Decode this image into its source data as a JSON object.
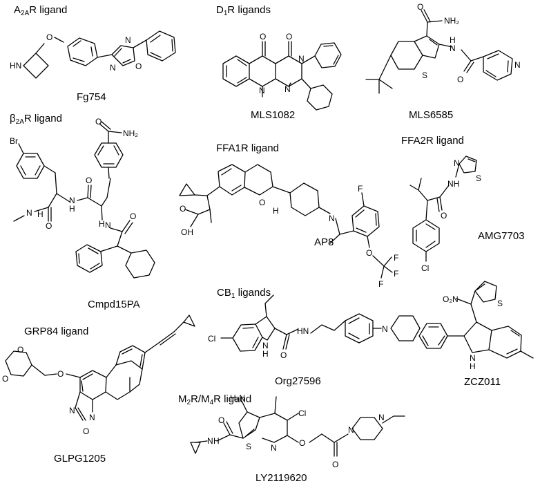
{
  "headings": {
    "a2ar": {
      "pre": "A",
      "sub": "2A",
      "post": "R ligand"
    },
    "d1r": {
      "pre": "D",
      "sub": "1",
      "post": "R ligands"
    },
    "b2ar": {
      "pre": "β",
      "sub": "2A",
      "post": "R ligand"
    },
    "ffa1r": "FFA1R ligand",
    "ffa2r": "FFA2R ligand",
    "cb1": {
      "pre": "CB",
      "sub": "1",
      "post": " ligands"
    },
    "grp84": "GRP84 ligand",
    "m2m4": {
      "pre": "M",
      "sub": "2",
      "mid": "R/M",
      "sub2": "4",
      "post": "R ligand"
    }
  },
  "compounds": {
    "fg754": "Fg754",
    "mls1082": "MLS1082",
    "mls6585": "MLS6585",
    "cmpd15pa": "Cmpd15PA",
    "ap8": "AP8",
    "amg7703": "AMG7703",
    "org27596": "Org27596",
    "zcz011": "ZCZ011",
    "glpg1205": "GLPG1205",
    "ly2119620": "LY2119620"
  },
  "atoms": {
    "fg754": [
      "O",
      "HN",
      "N",
      "N",
      "O"
    ],
    "mls1082": [
      "O",
      "O",
      "N",
      "N",
      "N"
    ],
    "mls6585": [
      "O",
      "NH₂",
      "S",
      "N",
      "H",
      "O",
      "N"
    ],
    "cmpd15pa": [
      "Br",
      "O",
      "NH₂",
      "O",
      "H",
      "N",
      "O",
      "N",
      "H",
      "H",
      "N",
      "O"
    ],
    "ap8": [
      "O",
      "H",
      "N",
      "F",
      "O",
      "F",
      "F",
      "F",
      "O",
      "OH"
    ],
    "amg7703": [
      "N",
      "S",
      "NH",
      "O",
      "Cl"
    ],
    "org27596": [
      "Cl",
      "N",
      "H",
      "O",
      "HN",
      "N"
    ],
    "zcz011": [
      "O₂N",
      "S",
      "N",
      "H"
    ],
    "glpg1205": [
      "O",
      "O",
      "O",
      "N",
      "N",
      "O"
    ],
    "ly2119620": [
      "H₂N",
      "Cl",
      "O",
      "N",
      "H",
      "S",
      "N",
      "O",
      "O",
      "N",
      "N"
    ]
  }
}
